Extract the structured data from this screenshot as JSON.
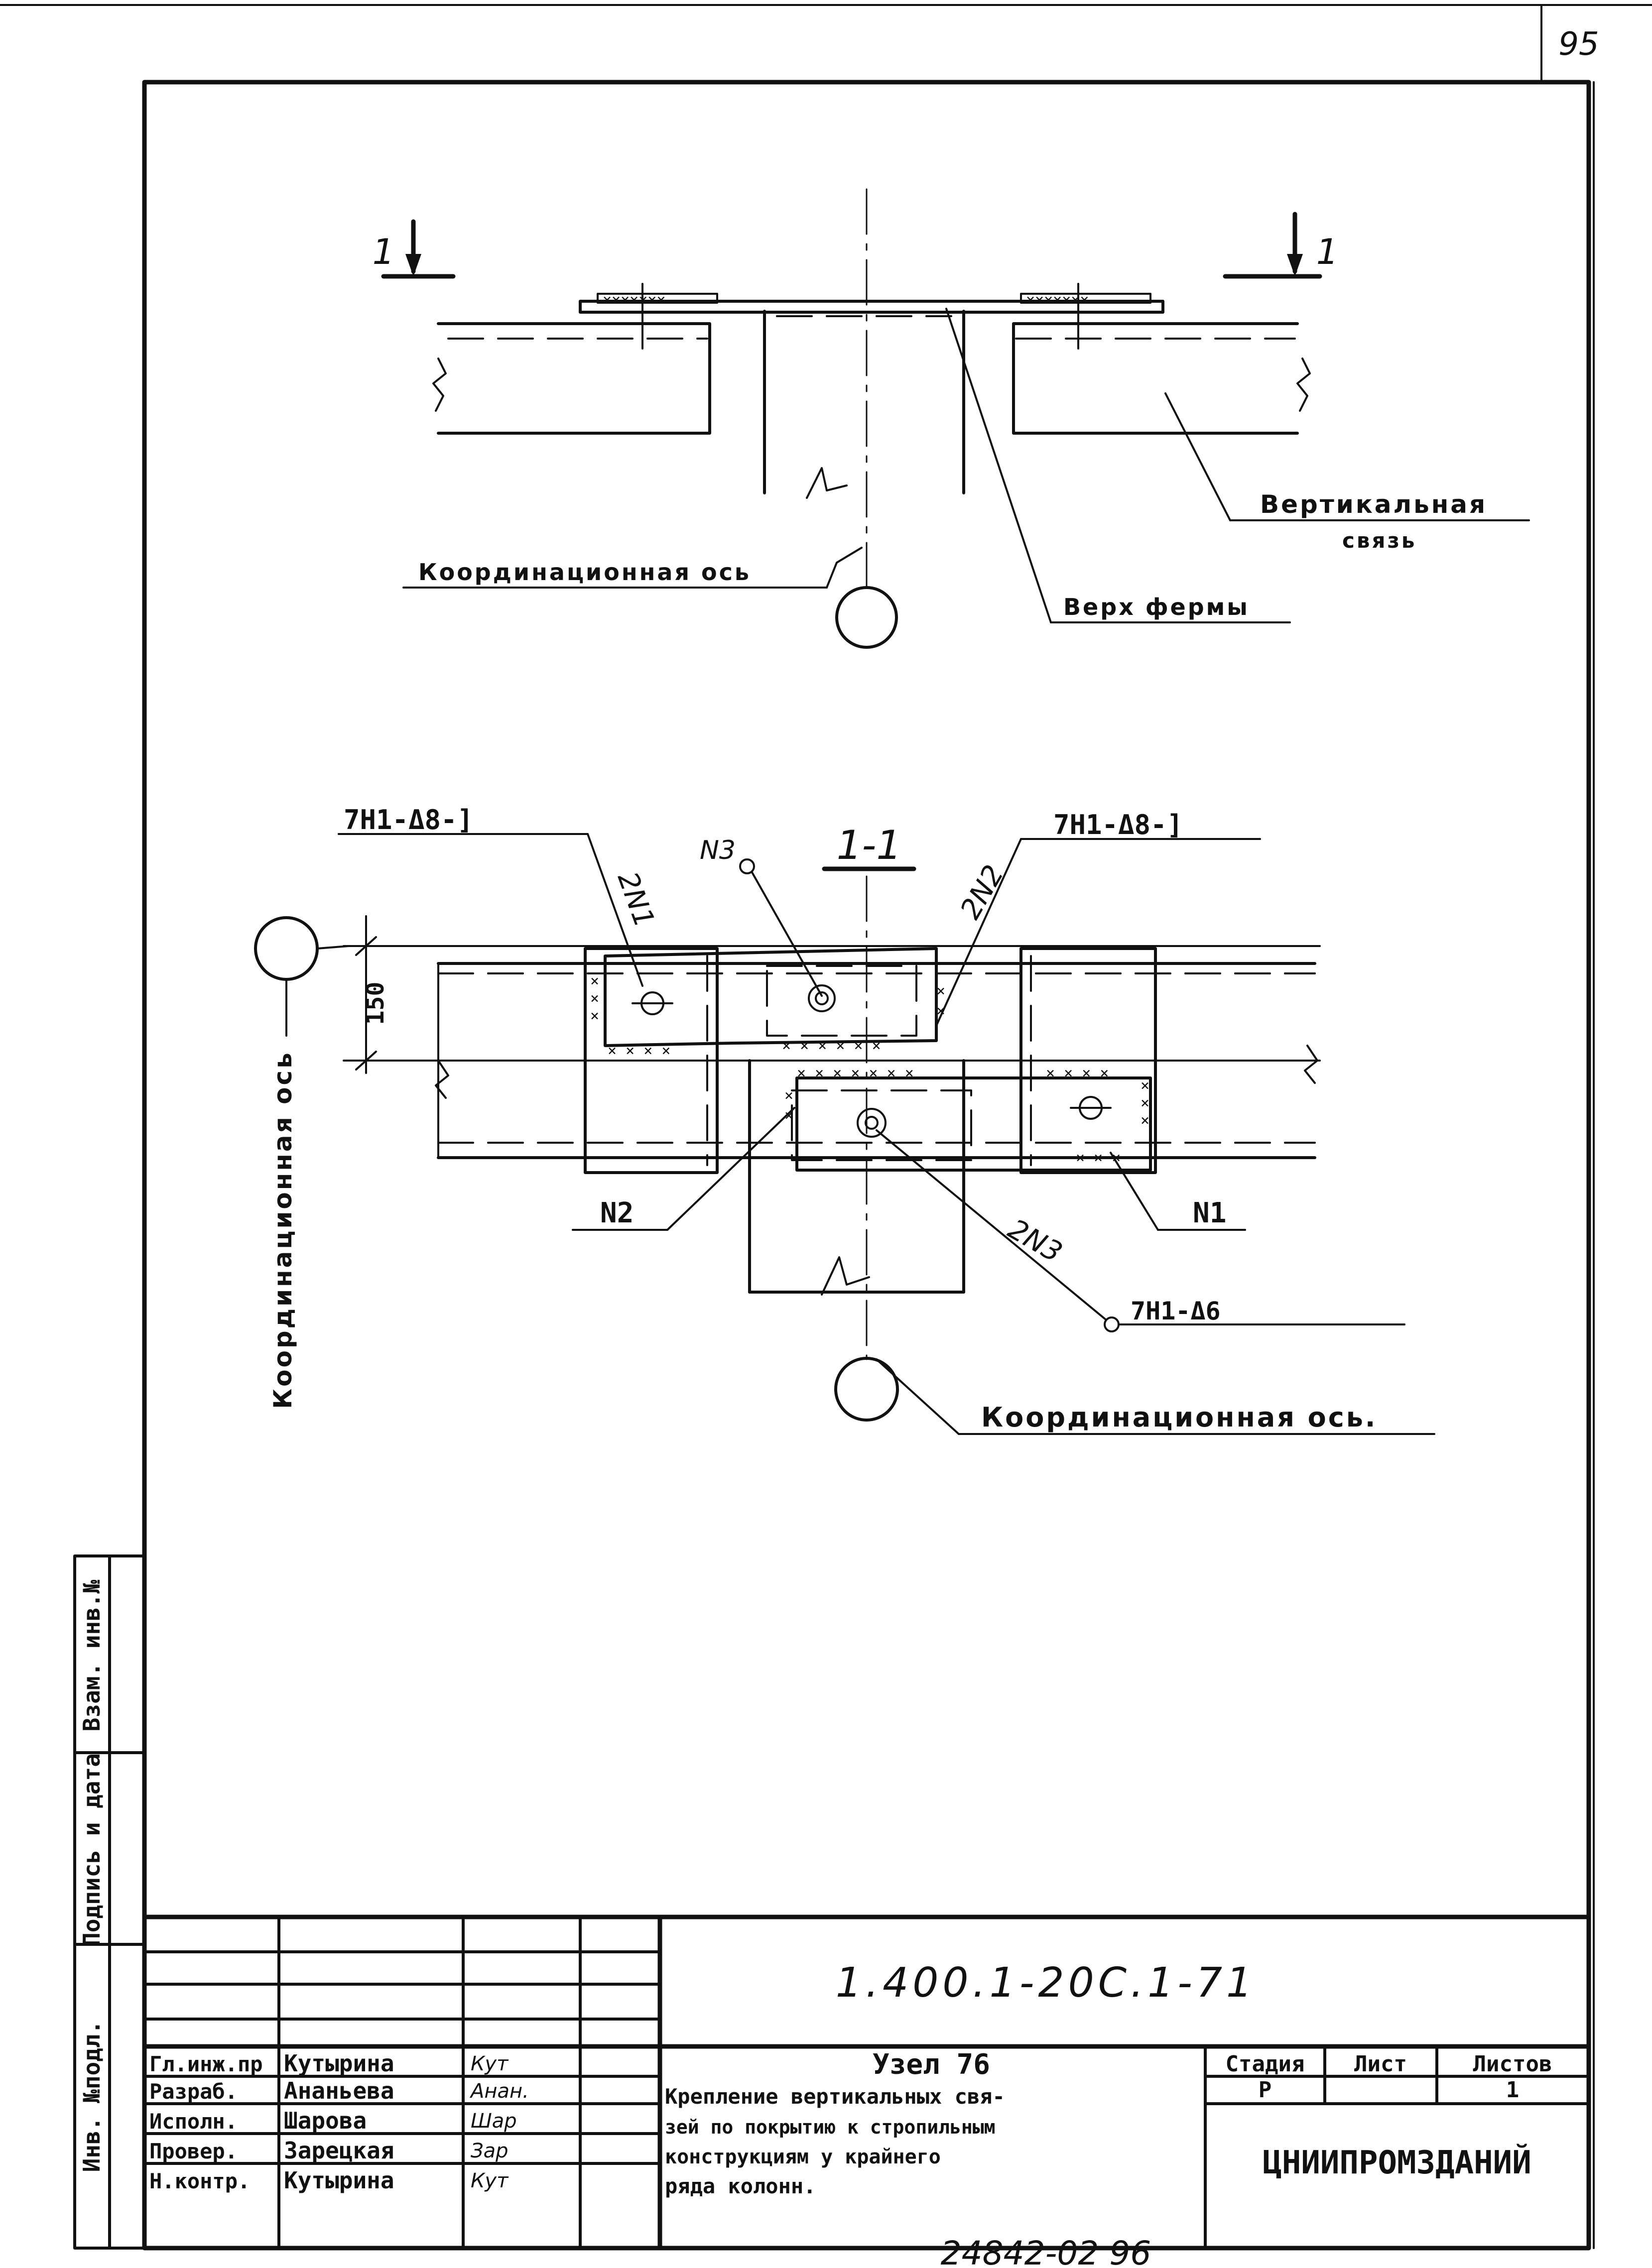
{
  "sheet_corner_number": "95",
  "bottom_code": "24842-02  96",
  "upper_view": {
    "section_mark_left": "1",
    "section_mark_right": "1",
    "label_vertical_brace_line1": "Вертикальная",
    "label_vertical_brace_line2": "связь",
    "label_axis": "Координационная ось",
    "label_truss_top": "Верх фермы"
  },
  "lower_view": {
    "section_title": "1-1",
    "bolt_left": "7Н1-Δ8-]",
    "bolt_right": "7Н1-Δ8-]",
    "bolt_bottom": "7Н1-Δ6",
    "tag_2n1": "2N1",
    "tag_2n2": "2N2",
    "tag_2n3": "2N3",
    "tag_n3": "N3",
    "tag_n2": "N2",
    "tag_n1": "N1",
    "dimension_150": "150",
    "axis_vertical": "Координационная ось",
    "axis_bottom": "Координационная ось."
  },
  "side_stamp": {
    "inv_podl": "Инв. №подл.",
    "podpis_data": "Подпись и дата",
    "vzam_inv": "Взам. инв.№"
  },
  "title_block": {
    "doc_code": "1.400.1-20С.1-71",
    "roles": [
      {
        "role": "Гл.инж.пр",
        "name": "Кутырина",
        "sign": "Кут"
      },
      {
        "role": "Разраб.",
        "name": "Ананьева",
        "sign": "Анан."
      },
      {
        "role": "Исполн.",
        "name": "Шарова",
        "sign": "Шар"
      },
      {
        "role": "Провер.",
        "name": "Зарецкая",
        "sign": "Зар"
      },
      {
        "role": "Н.контр.",
        "name": "Кутырина",
        "sign": "Кут"
      }
    ],
    "title_line1": "Узел 76",
    "title_line2": "Крепление вертикальных свя-",
    "title_line3": "зей по покрытию к стропильным",
    "title_line4": "конструкциям у крайнего",
    "title_line5": "ряда колонн.",
    "stage_header": "Стадия",
    "sheet_header": "Лист",
    "sheets_header": "Листов",
    "stage_value": "Р",
    "sheet_value": "",
    "sheets_value": "1",
    "organization": "ЦНИИПРОМЗДАНИЙ"
  }
}
